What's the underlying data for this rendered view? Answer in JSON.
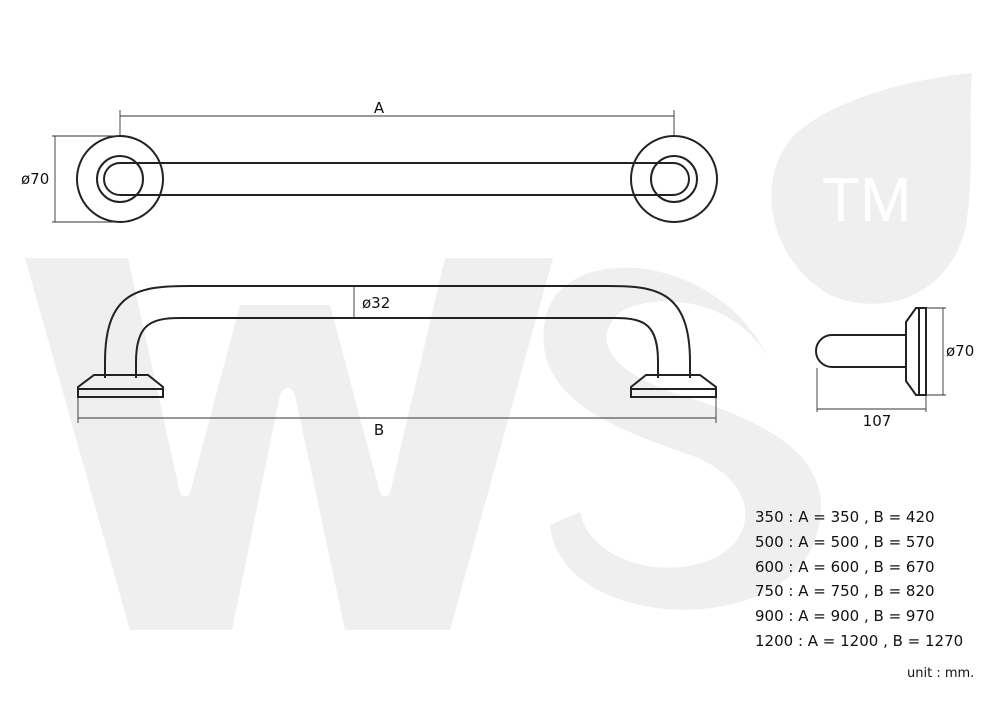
{
  "watermark": {
    "brand_mark": "leaf-ws-logo",
    "tm": "TM"
  },
  "top_view": {
    "dim_a": "A",
    "dim_diameter": "ø70"
  },
  "front_view": {
    "dim_tube": "ø32",
    "dim_b": "B"
  },
  "side_view": {
    "dim_diameter": "ø70",
    "dim_depth": "107"
  },
  "sizes": [
    "350 : A = 350 , B = 420",
    "500 : A = 500 , B = 570",
    "600 : A = 600 , B = 670",
    "750 : A = 750 , B = 820",
    "900 : A = 900 , B = 970",
    "1200 : A = 1200 , B = 1270"
  ],
  "unit": "unit : mm."
}
